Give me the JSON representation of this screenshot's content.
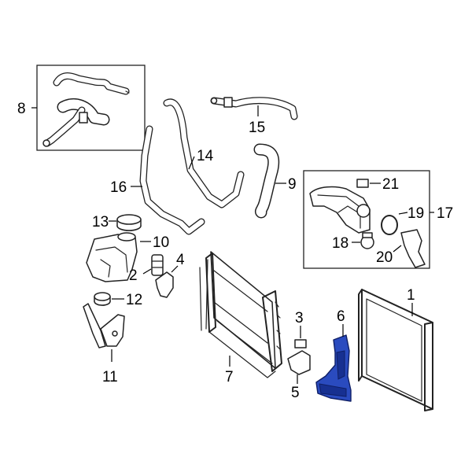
{
  "highlight_color": "#2a4bbf",
  "callouts": {
    "c1": "1",
    "c2": "2",
    "c3": "3",
    "c4": "4",
    "c5": "5",
    "c6": "6",
    "c7": "7",
    "c8": "8",
    "c9": "9",
    "c10": "10",
    "c11": "11",
    "c12": "12",
    "c13": "13",
    "c14": "14",
    "c15": "15",
    "c16": "16",
    "c17": "17",
    "c18": "18",
    "c19": "19",
    "c20": "20",
    "c21": "21"
  }
}
